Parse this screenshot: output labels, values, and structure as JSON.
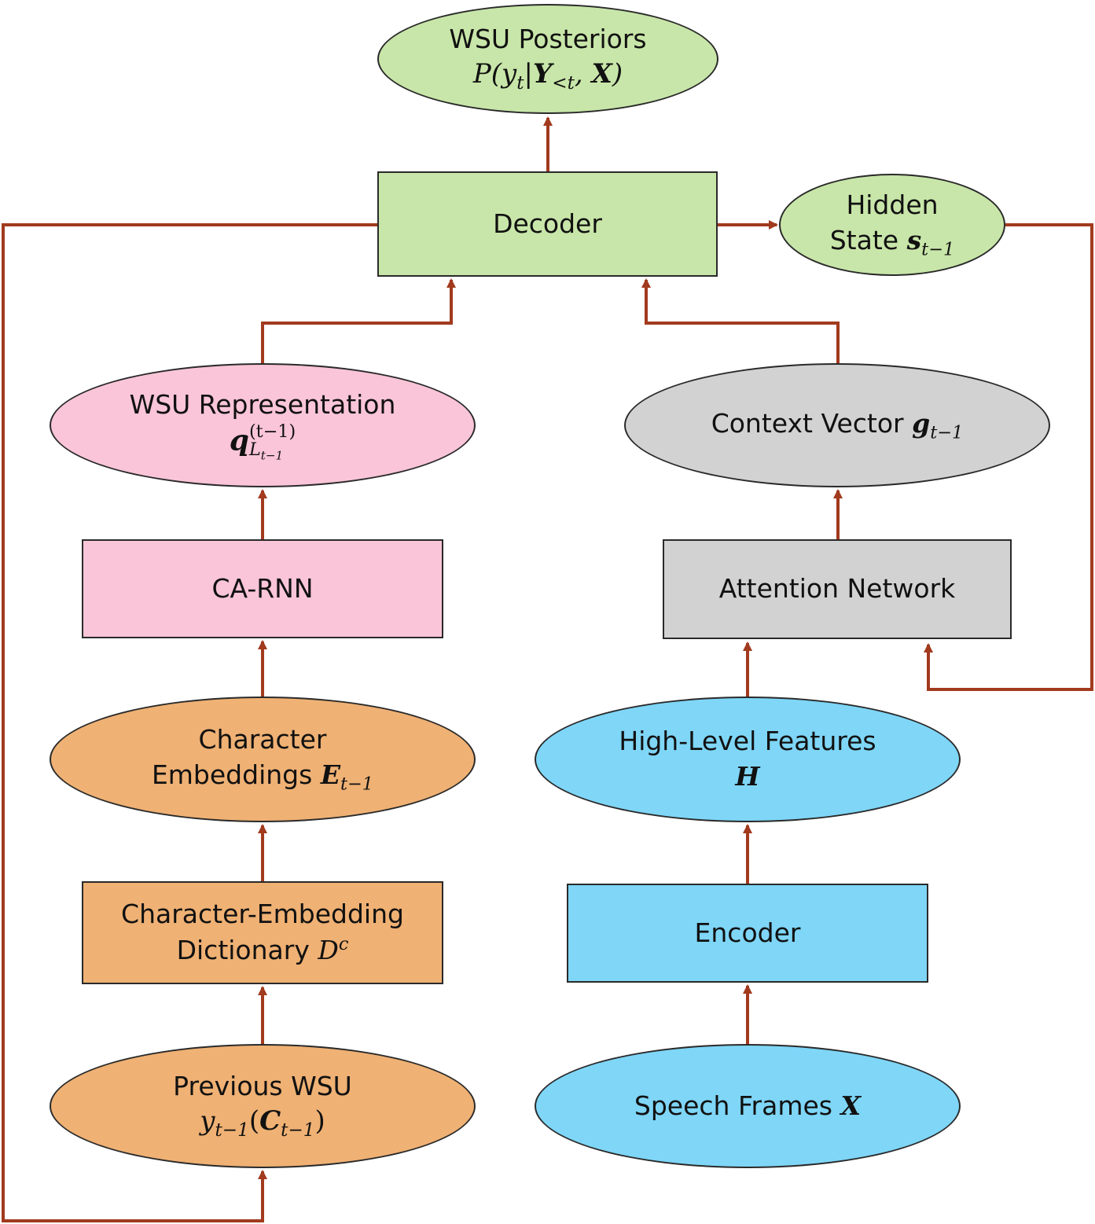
{
  "colors": {
    "arrow": "#a23a1e",
    "green": "#c8e6a9",
    "pink": "#fac5d8",
    "gray": "#d2d2d2",
    "orange": "#efb174",
    "blue": "#7fd6f7",
    "border": "#2a2a2a"
  },
  "nodes": {
    "wsu_posteriors": {
      "title": "WSU Posteriors",
      "formula_text": "P(y_t | Y_<t, X)"
    },
    "decoder": {
      "label": "Decoder"
    },
    "hidden_state": {
      "line1": "Hidden",
      "line2": "State",
      "symbol": "s",
      "subscript": "t−1"
    },
    "wsu_representation": {
      "title": "WSU Representation",
      "symbol": "q",
      "superscript": "(t−1)",
      "subscript": "L",
      "subsubscript": "t−1"
    },
    "context_vector": {
      "label": "Context Vector",
      "symbol": "g",
      "subscript": "t−1"
    },
    "ca_rnn": {
      "label": "CA-RNN"
    },
    "attention_network": {
      "label": "Attention Network"
    },
    "character_embeddings": {
      "line1": "Character",
      "line2": "Embeddings",
      "symbol": "E",
      "subscript": "t−1"
    },
    "high_level_features": {
      "title": "High-Level Features",
      "symbol": "H"
    },
    "char_embedding_dictionary": {
      "line1": "Character-Embedding",
      "line2": "Dictionary",
      "symbol": "D",
      "superscript": "c"
    },
    "encoder": {
      "label": "Encoder"
    },
    "previous_wsu": {
      "title": "Previous WSU",
      "symbol": "y",
      "subscript": "t−1",
      "inner_symbol": "C",
      "inner_subscript": "t−1"
    },
    "speech_frames": {
      "label": "Speech Frames",
      "symbol": "X"
    }
  }
}
